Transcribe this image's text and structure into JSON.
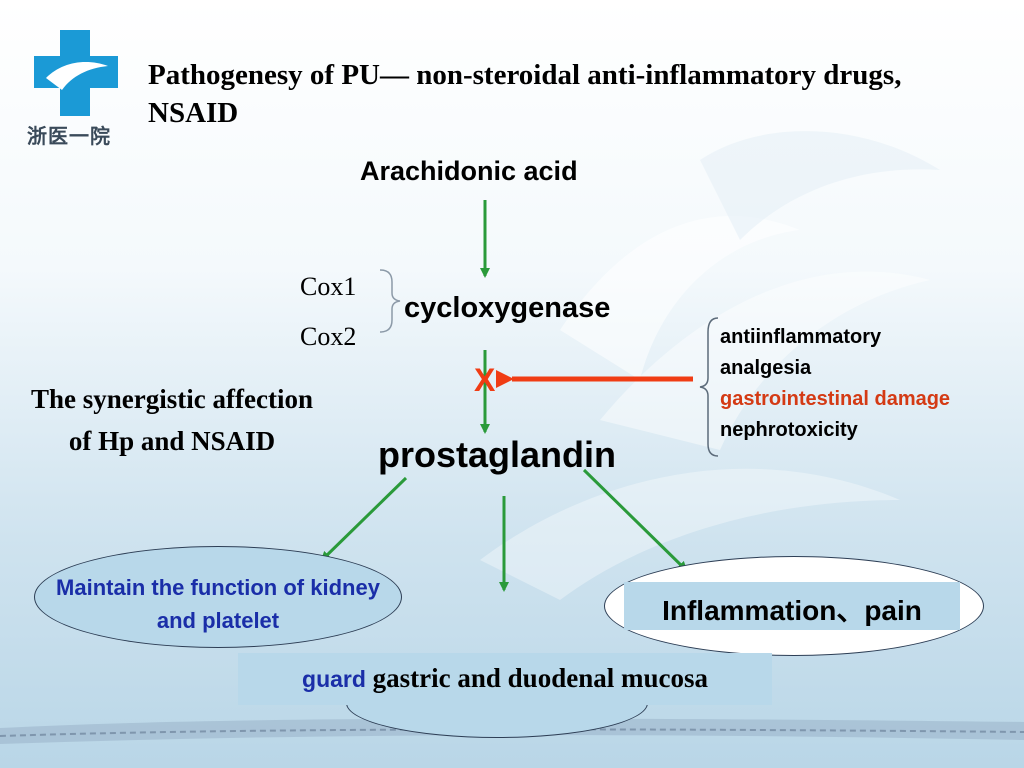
{
  "logo": {
    "text": "浙医一院",
    "icon": "cross-logo-icon",
    "color": "#1b9ad6"
  },
  "title": "Pathogenesy of PU— non-steroidal anti-inflammatory drugs, NSAID",
  "nodes": {
    "arachidonic": "Arachidonic acid",
    "cox1": "Cox1",
    "cox2": "Cox2",
    "cyclooxygenase": "cycloxygenase",
    "inhibit_mark": "X",
    "prostaglandin": "prostaglandin"
  },
  "synergy_text": "The synergistic affection of Hp and NSAID",
  "effects": {
    "items": [
      {
        "text": "antiinflammatory",
        "color": "#000000"
      },
      {
        "text": "analgesia",
        "color": "#000000"
      },
      {
        "text": "gastrointestinal damage",
        "color": "#d43a14"
      },
      {
        "text": "nephrotoxicity",
        "color": "#000000"
      }
    ]
  },
  "outcomes": {
    "kidney": "Maintain the function of kidney and platelet",
    "inflammation": "Inflammation、pain",
    "guard_word": "guard",
    "guard_rest": " gastric and duodenal mucosa"
  },
  "colors": {
    "arrow_green": "#2a9a3a",
    "arrow_red": "#f03c14",
    "text_blue": "#1a2ea8"
  }
}
